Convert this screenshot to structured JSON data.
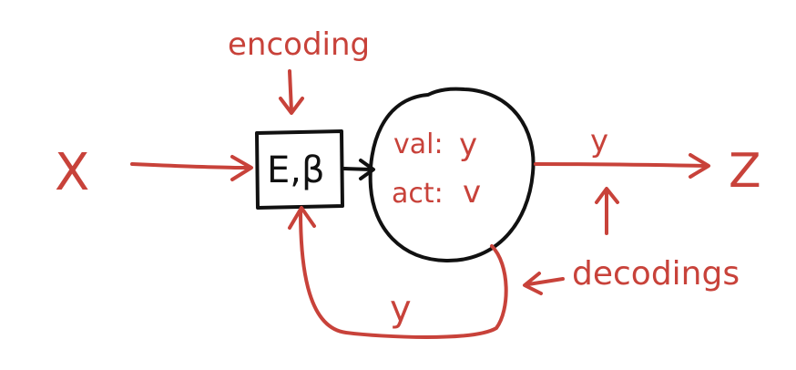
{
  "labels": {
    "input": "X",
    "encoding": "encoding",
    "box": "E,β",
    "val_label": "val:",
    "val_value": "y",
    "act_label": "act:",
    "act_value": "v",
    "output_edge": "y",
    "output": "Z",
    "feedback_edge": "y",
    "decodings": "decodings"
  },
  "colors": {
    "ink_red": "#c8423a",
    "ink_black": "#111111",
    "background": "#ffffff"
  }
}
